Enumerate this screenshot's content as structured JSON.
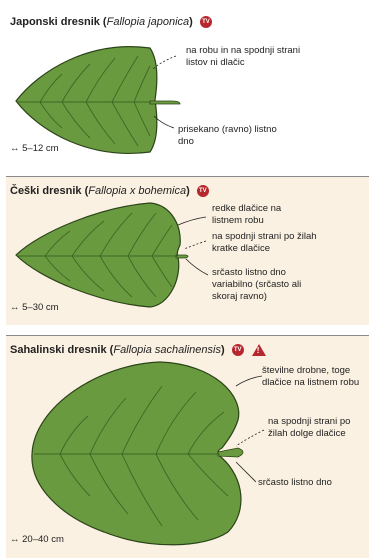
{
  "species": [
    {
      "common": "Japonski dresnik",
      "latin": "Fallopia japonica",
      "badge": "TV",
      "size": "↔ 5–12 cm",
      "notes": [
        "na robu in na spodnji strani listov ni dlačic",
        "prisekano (ravno) listno dno"
      ]
    },
    {
      "common": "Češki dresnik",
      "latin": "Fallopia x bohemica",
      "badge": "TV",
      "size": "↔ 5–30 cm",
      "notes": [
        "redke dlačice na listnem robu",
        "na spodnji strani po žilah kratke dlačice",
        "srčasto listno dno variabilno (srčasto ali skoraj ravno)"
      ]
    },
    {
      "common": "Sahalinski dresnik",
      "latin": "Fallopia sachalinensis",
      "badge": "TV",
      "warning": "!",
      "size": "↔ 20–40 cm",
      "notes": [
        "številne drobne, toge dlačice na listnem robu",
        "na spodnji strani po žilah dolge dlačice",
        "srčasto listno dno"
      ]
    }
  ],
  "colors": {
    "leaf": "#6a9a40",
    "vein": "#3f6624",
    "outline": "#2b4418",
    "badge": "#b5282e",
    "panel": "#fbf1e2"
  }
}
